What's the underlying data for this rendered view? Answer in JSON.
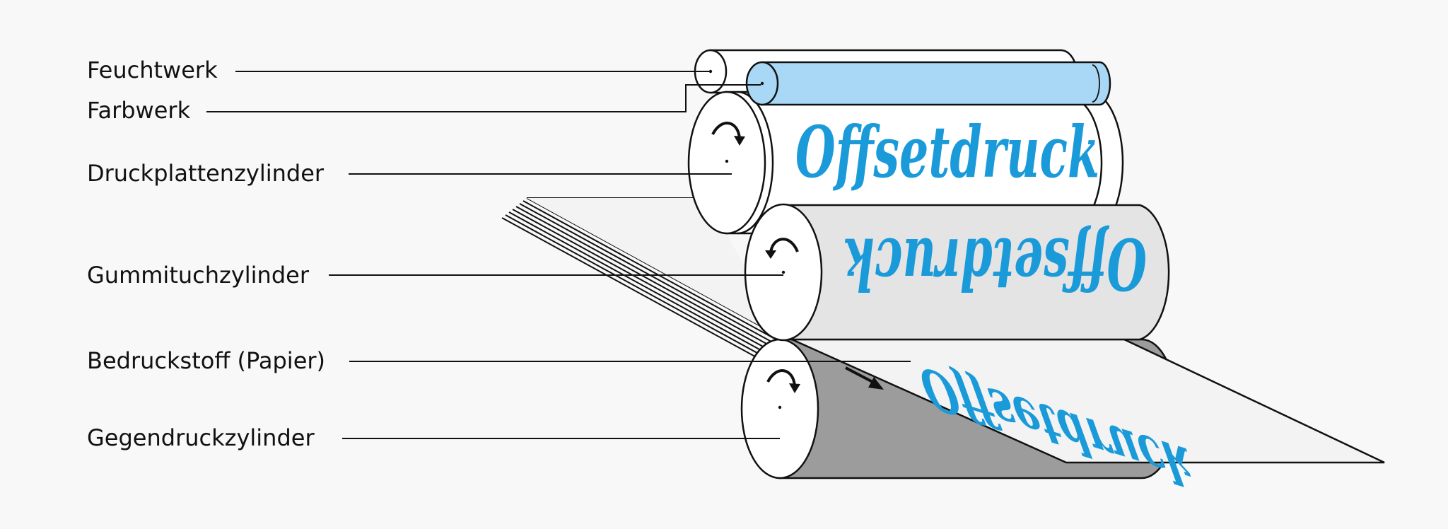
{
  "labels": {
    "feuchtwerk": "Feuchtwerk",
    "farbwerk": "Farbwerk",
    "druckplattenzylinder": "Druckplattenzylinder",
    "gummituchzylinder": "Gummituchzylinder",
    "bedruckstoff": "Bedruckstoff (Papier)",
    "gegendruckzylinder": "Gegendruckzylinder"
  },
  "cylinder_text": "Offsetdruck",
  "colors": {
    "background": "#f8f8f8",
    "outline": "#111111",
    "text_blue": "#1a9ad9",
    "ink_roller": "#a8d8f5",
    "blanket_cylinder": "#e4e4e4",
    "impression_cylinder": "#9c9c9c",
    "paper": "#f3f3f3"
  },
  "icons": {
    "rotation_arrow": "clockwise-arrow-icon",
    "counter_rotation_arrow": "counterclockwise-arrow-icon",
    "feed_arrow": "paper-direction-arrow-icon"
  }
}
